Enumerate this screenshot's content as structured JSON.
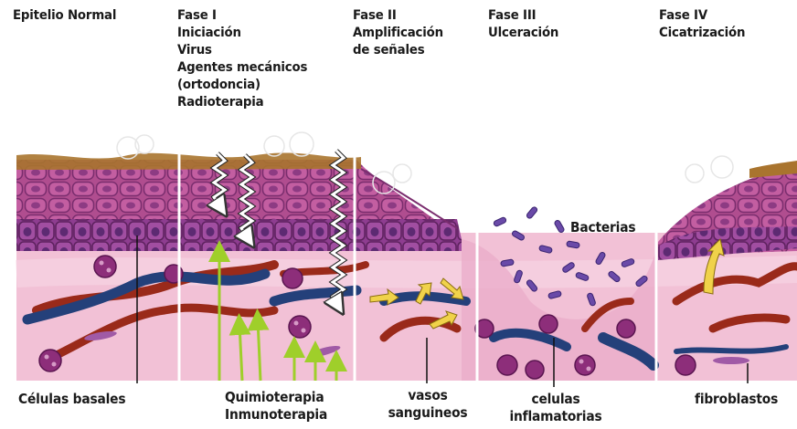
{
  "stages": [
    {
      "title": "Epitelio Normal",
      "lines": []
    },
    {
      "title": "Fase I",
      "lines": [
        "Iniciación",
        "Virus",
        "Agentes mecánicos",
        "(ortodoncia)",
        "Radioterapia"
      ]
    },
    {
      "title": "Fase II",
      "lines": [
        "Amplificación",
        "de señales"
      ]
    },
    {
      "title": "Fase III",
      "lines": [
        "Ulceración"
      ]
    },
    {
      "title": "Fase IV",
      "lines": [
        "Cicatrización"
      ]
    }
  ],
  "callouts": {
    "bacteria": "Bacterias"
  },
  "bottom_labels": {
    "basal_cells": "Células basales",
    "therapy": [
      "Quimioterapia",
      "Inmunoterapia"
    ],
    "vessels": [
      "vasos",
      "sanguineos"
    ],
    "inflammatory": [
      "celulas",
      "inflamatorias"
    ],
    "fibroblasts": "fibroblastos"
  },
  "colors": {
    "epithelium": "#b04d8f",
    "epithelium_dark": "#6e2a72",
    "surface": "#a9742e",
    "lamina": "#f2c1d6",
    "vessel_red": "#9a2a1a",
    "vessel_blue": "#24407a",
    "bacteria": "#6a4aa8",
    "arrow_green": "#9fcf2a",
    "arrow_yellow": "#f0d24a"
  }
}
